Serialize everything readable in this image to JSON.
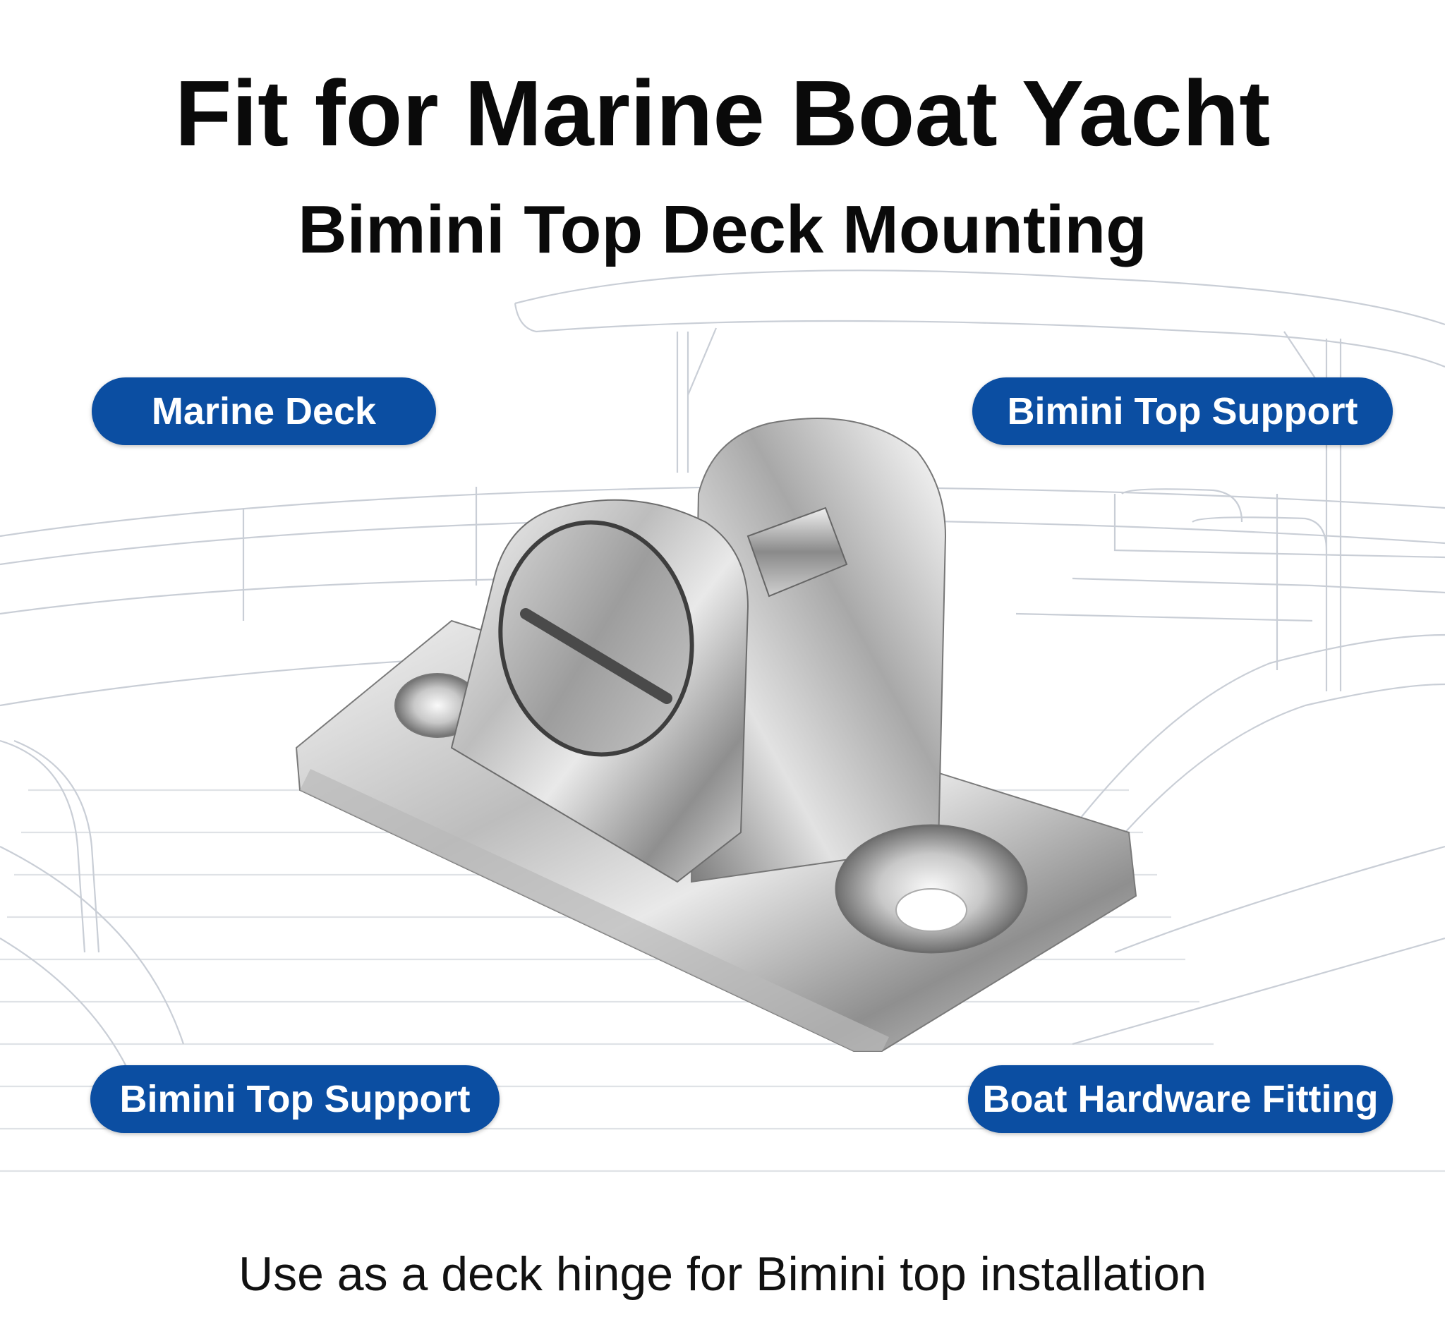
{
  "headline": {
    "line1": "Fit for Marine Boat Yacht",
    "line2": "Bimini Top Deck Mounting"
  },
  "badges": {
    "top_left": "Marine Deck",
    "top_right": "Bimini Top Support",
    "bottom_left": "Bimini Top Support",
    "bottom_right": "Boat Hardware Fitting"
  },
  "caption": "Use as a deck hinge for Bimini top installation",
  "colors": {
    "badge_bg": "#0b4ea2",
    "badge_text": "#ffffff",
    "heading_text": "#0a0a0a"
  },
  "images": {
    "background": "boat-deck-line-drawing",
    "product": "stainless-steel-deck-hinge"
  }
}
